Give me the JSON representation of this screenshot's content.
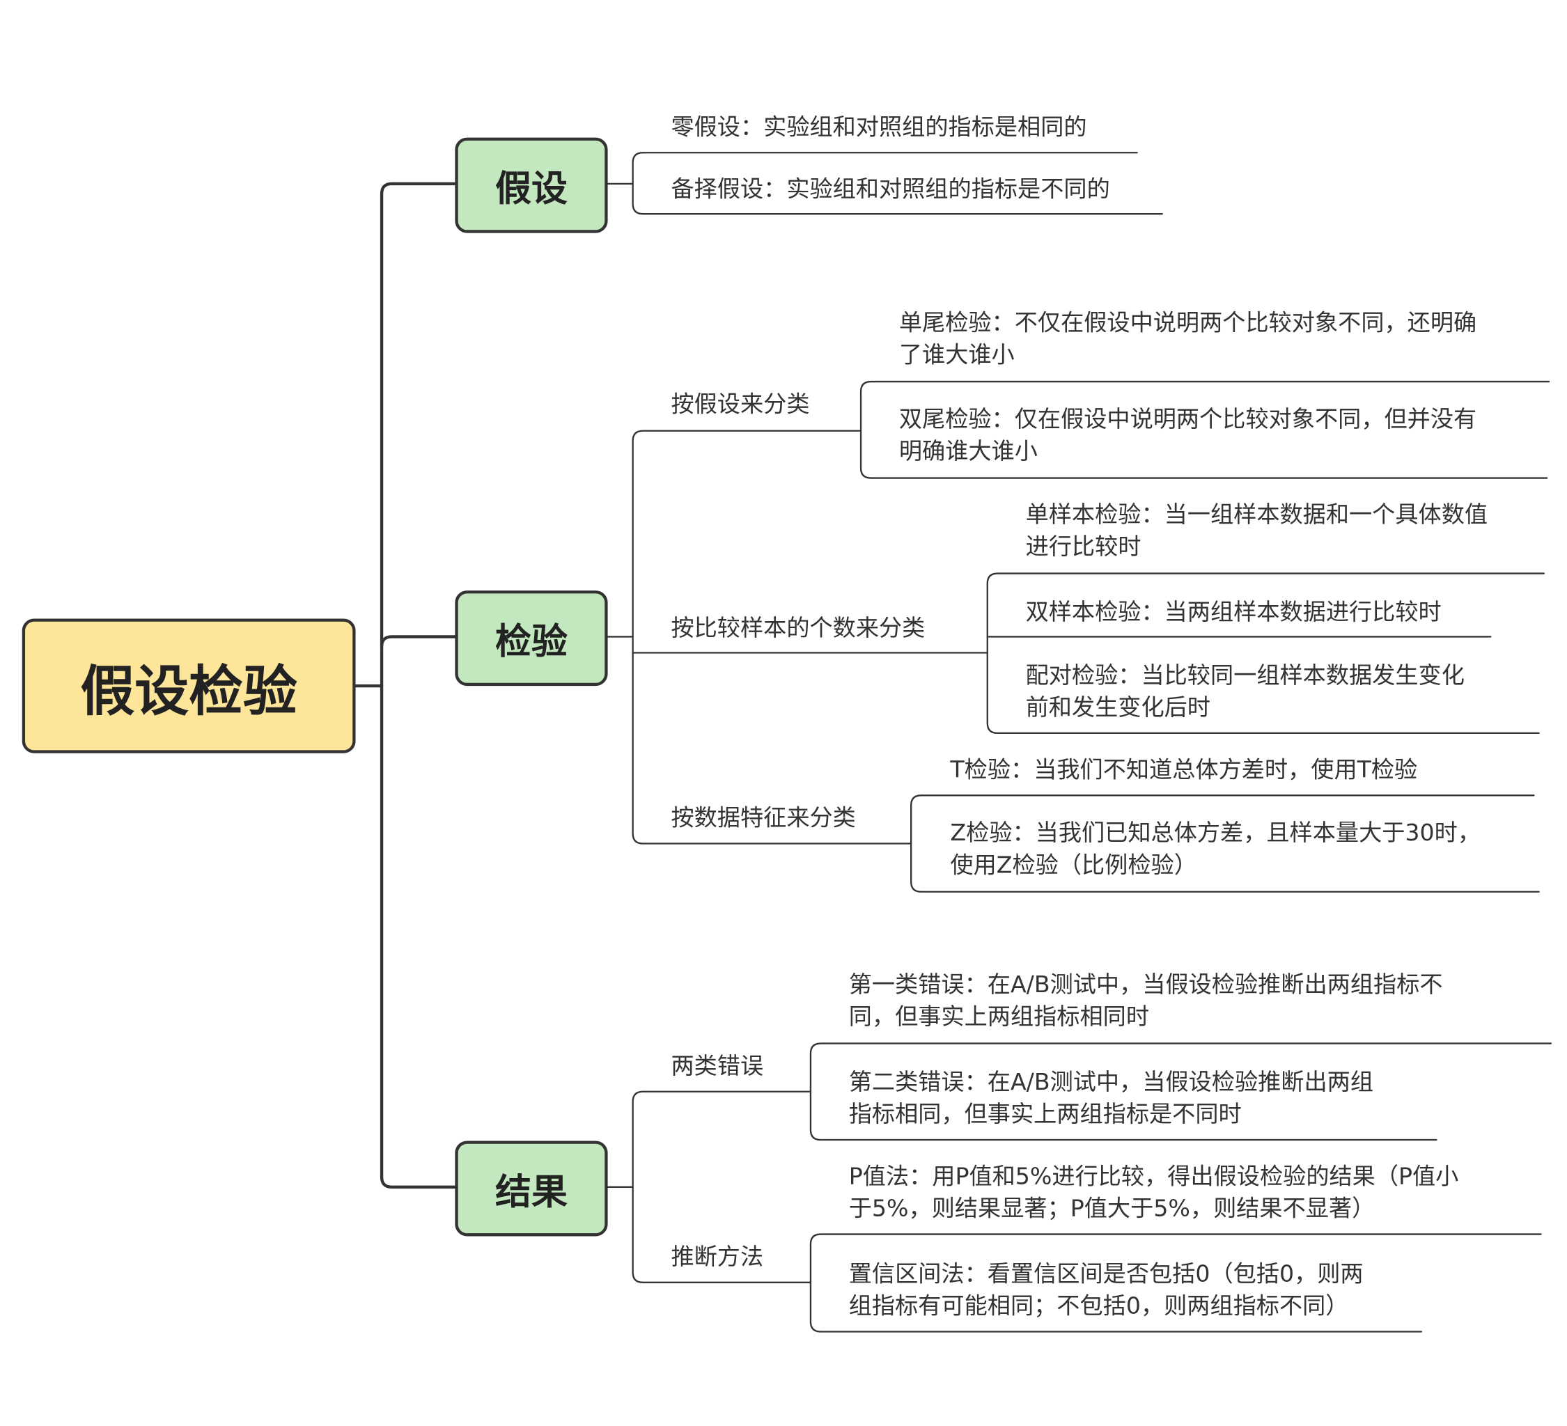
{
  "root": "假设检验",
  "branches": {
    "hypothesis": {
      "label": "假设",
      "items": [
        {
          "lines": [
            "零假设：实验组和对照组的指标是相同的"
          ]
        },
        {
          "lines": [
            "备择假设：实验组和对照组的指标是不同的"
          ]
        }
      ]
    },
    "test": {
      "label": "检验",
      "groups": [
        {
          "label": "按假设来分类",
          "items": [
            {
              "lines": [
                "单尾检验：不仅在假设中说明两个比较对象不同，还明确",
                "了谁大谁小"
              ]
            },
            {
              "lines": [
                "双尾检验：仅在假设中说明两个比较对象不同，但并没有",
                "明确谁大谁小"
              ]
            }
          ]
        },
        {
          "label": "按比较样本的个数来分类",
          "items": [
            {
              "lines": [
                "单样本检验：当一组样本数据和一个具体数值",
                "进行比较时"
              ]
            },
            {
              "lines": [
                "双样本检验：当两组样本数据进行比较时"
              ]
            },
            {
              "lines": [
                "配对检验：当比较同一组样本数据发生变化",
                "前和发生变化后时"
              ]
            }
          ]
        },
        {
          "label": "按数据特征来分类",
          "items": [
            {
              "lines": [
                "T检验：当我们不知道总体方差时，使用T检验"
              ]
            },
            {
              "lines": [
                "Z检验：当我们已知总体方差，且样本量大于30时，",
                "使用Z检验（比例检验）"
              ]
            }
          ]
        }
      ]
    },
    "result": {
      "label": "结果",
      "groups": [
        {
          "label": "两类错误",
          "items": [
            {
              "lines": [
                "第一类错误：在A/B测试中，当假设检验推断出两组指标不",
                "同，但事实上两组指标相同时"
              ]
            },
            {
              "lines": [
                "第二类错误：在A/B测试中，当假设检验推断出两组",
                "指标相同，但事实上两组指标是不同时"
              ]
            }
          ]
        },
        {
          "label": "推断方法",
          "items": [
            {
              "lines": [
                "P值法：用P值和5%进行比较，得出假设检验的结果（P值小",
                "于5%，则结果显著；P值大于5%，则结果不显著）"
              ]
            },
            {
              "lines": [
                "置信区间法：看置信区间是否包括0（包括0，则两",
                "组指标有可能相同；不包括0，则两组指标不同）"
              ]
            }
          ]
        }
      ]
    }
  },
  "colors": {
    "root_fill": "#fde599",
    "branch_fill": "#c3e8bf",
    "line": "#333333"
  }
}
